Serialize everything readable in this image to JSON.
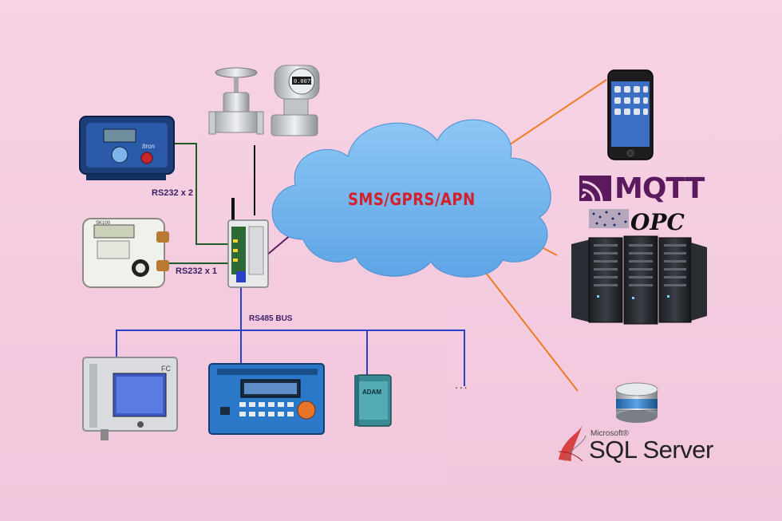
{
  "links": {
    "rs232_x2": "RS232 x 2",
    "rs232_x1": "RS232 x 1",
    "rs485_bus": "RS485 BUS"
  },
  "cloud": {
    "label": "SMS/GPRS/APN"
  },
  "bus": {
    "more": "..."
  },
  "logos": {
    "mqtt": "MQTT",
    "opc": "OPC",
    "microsoft": "Microsoft®",
    "sql_server": "SQL Server"
  },
  "device_text": {
    "itron_brand": "Itron",
    "corrector_model": "SK100",
    "fc_tag": "FC",
    "adam_brand": "ADAM",
    "gauge_readout": "0.0075"
  },
  "colors": {
    "background": "#f6cfe2",
    "cloud": "#74b6ee",
    "rs232_wire": "#1f5b24",
    "rs485_wire": "#2b3fc8",
    "network_wire": "#ee7d1f",
    "cloud_link": "#5a1f5c",
    "cloud_text": "#d5202b"
  },
  "icons": [
    "gate-valve-icon",
    "pressure-transmitter-icon",
    "gsm-modem-icon",
    "smartphone-icon",
    "server-rack-icon",
    "database-icon"
  ]
}
